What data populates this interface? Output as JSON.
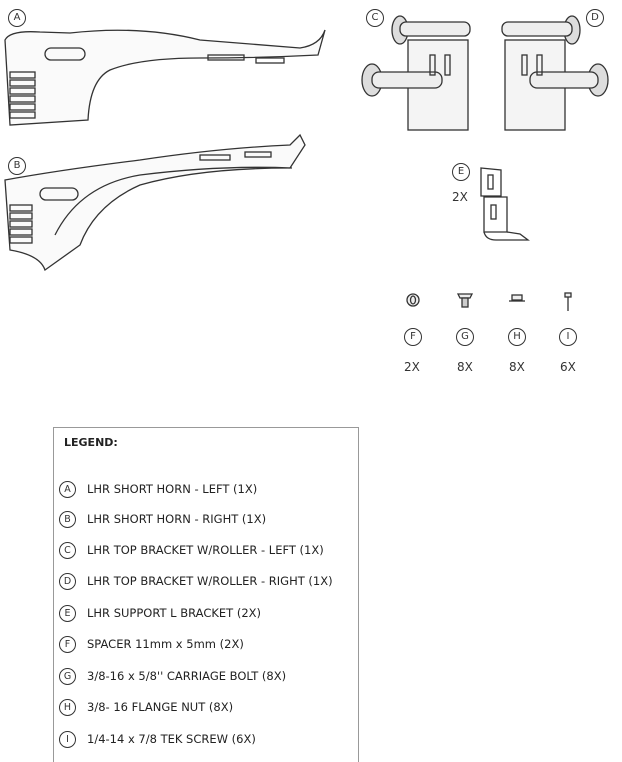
{
  "callouts": {
    "A": "A",
    "B": "B",
    "C": "C",
    "D": "D",
    "E": "E",
    "F": "F",
    "G": "G",
    "H": "H",
    "I": "I"
  },
  "quantities": {
    "E": "2X",
    "F": "2X",
    "G": "8X",
    "H": "8X",
    "I": "6X"
  },
  "legend": {
    "title": "LEGEND:",
    "items": [
      {
        "letter": "A",
        "text": "LHR SHORT HORN - LEFT (1X)"
      },
      {
        "letter": "B",
        "text": "LHR SHORT HORN - RIGHT (1X)"
      },
      {
        "letter": "C",
        "text": "LHR TOP BRACKET W/ROLLER - LEFT (1X)"
      },
      {
        "letter": "D",
        "text": "LHR TOP BRACKET W/ROLLER - RIGHT (1X)"
      },
      {
        "letter": "E",
        "text": "LHR SUPPORT L BRACKET (2X)"
      },
      {
        "letter": "F",
        "text": "SPACER 11mm x 5mm (2X)"
      },
      {
        "letter": "G",
        "text": "3/8-16 x 5/8'' CARRIAGE BOLT (8X)"
      },
      {
        "letter": "H",
        "text": "3/8- 16 FLANGE NUT (8X)"
      },
      {
        "letter": "I",
        "text": "1/4-14 x 7/8 TEK SCREW (6X)"
      }
    ]
  }
}
